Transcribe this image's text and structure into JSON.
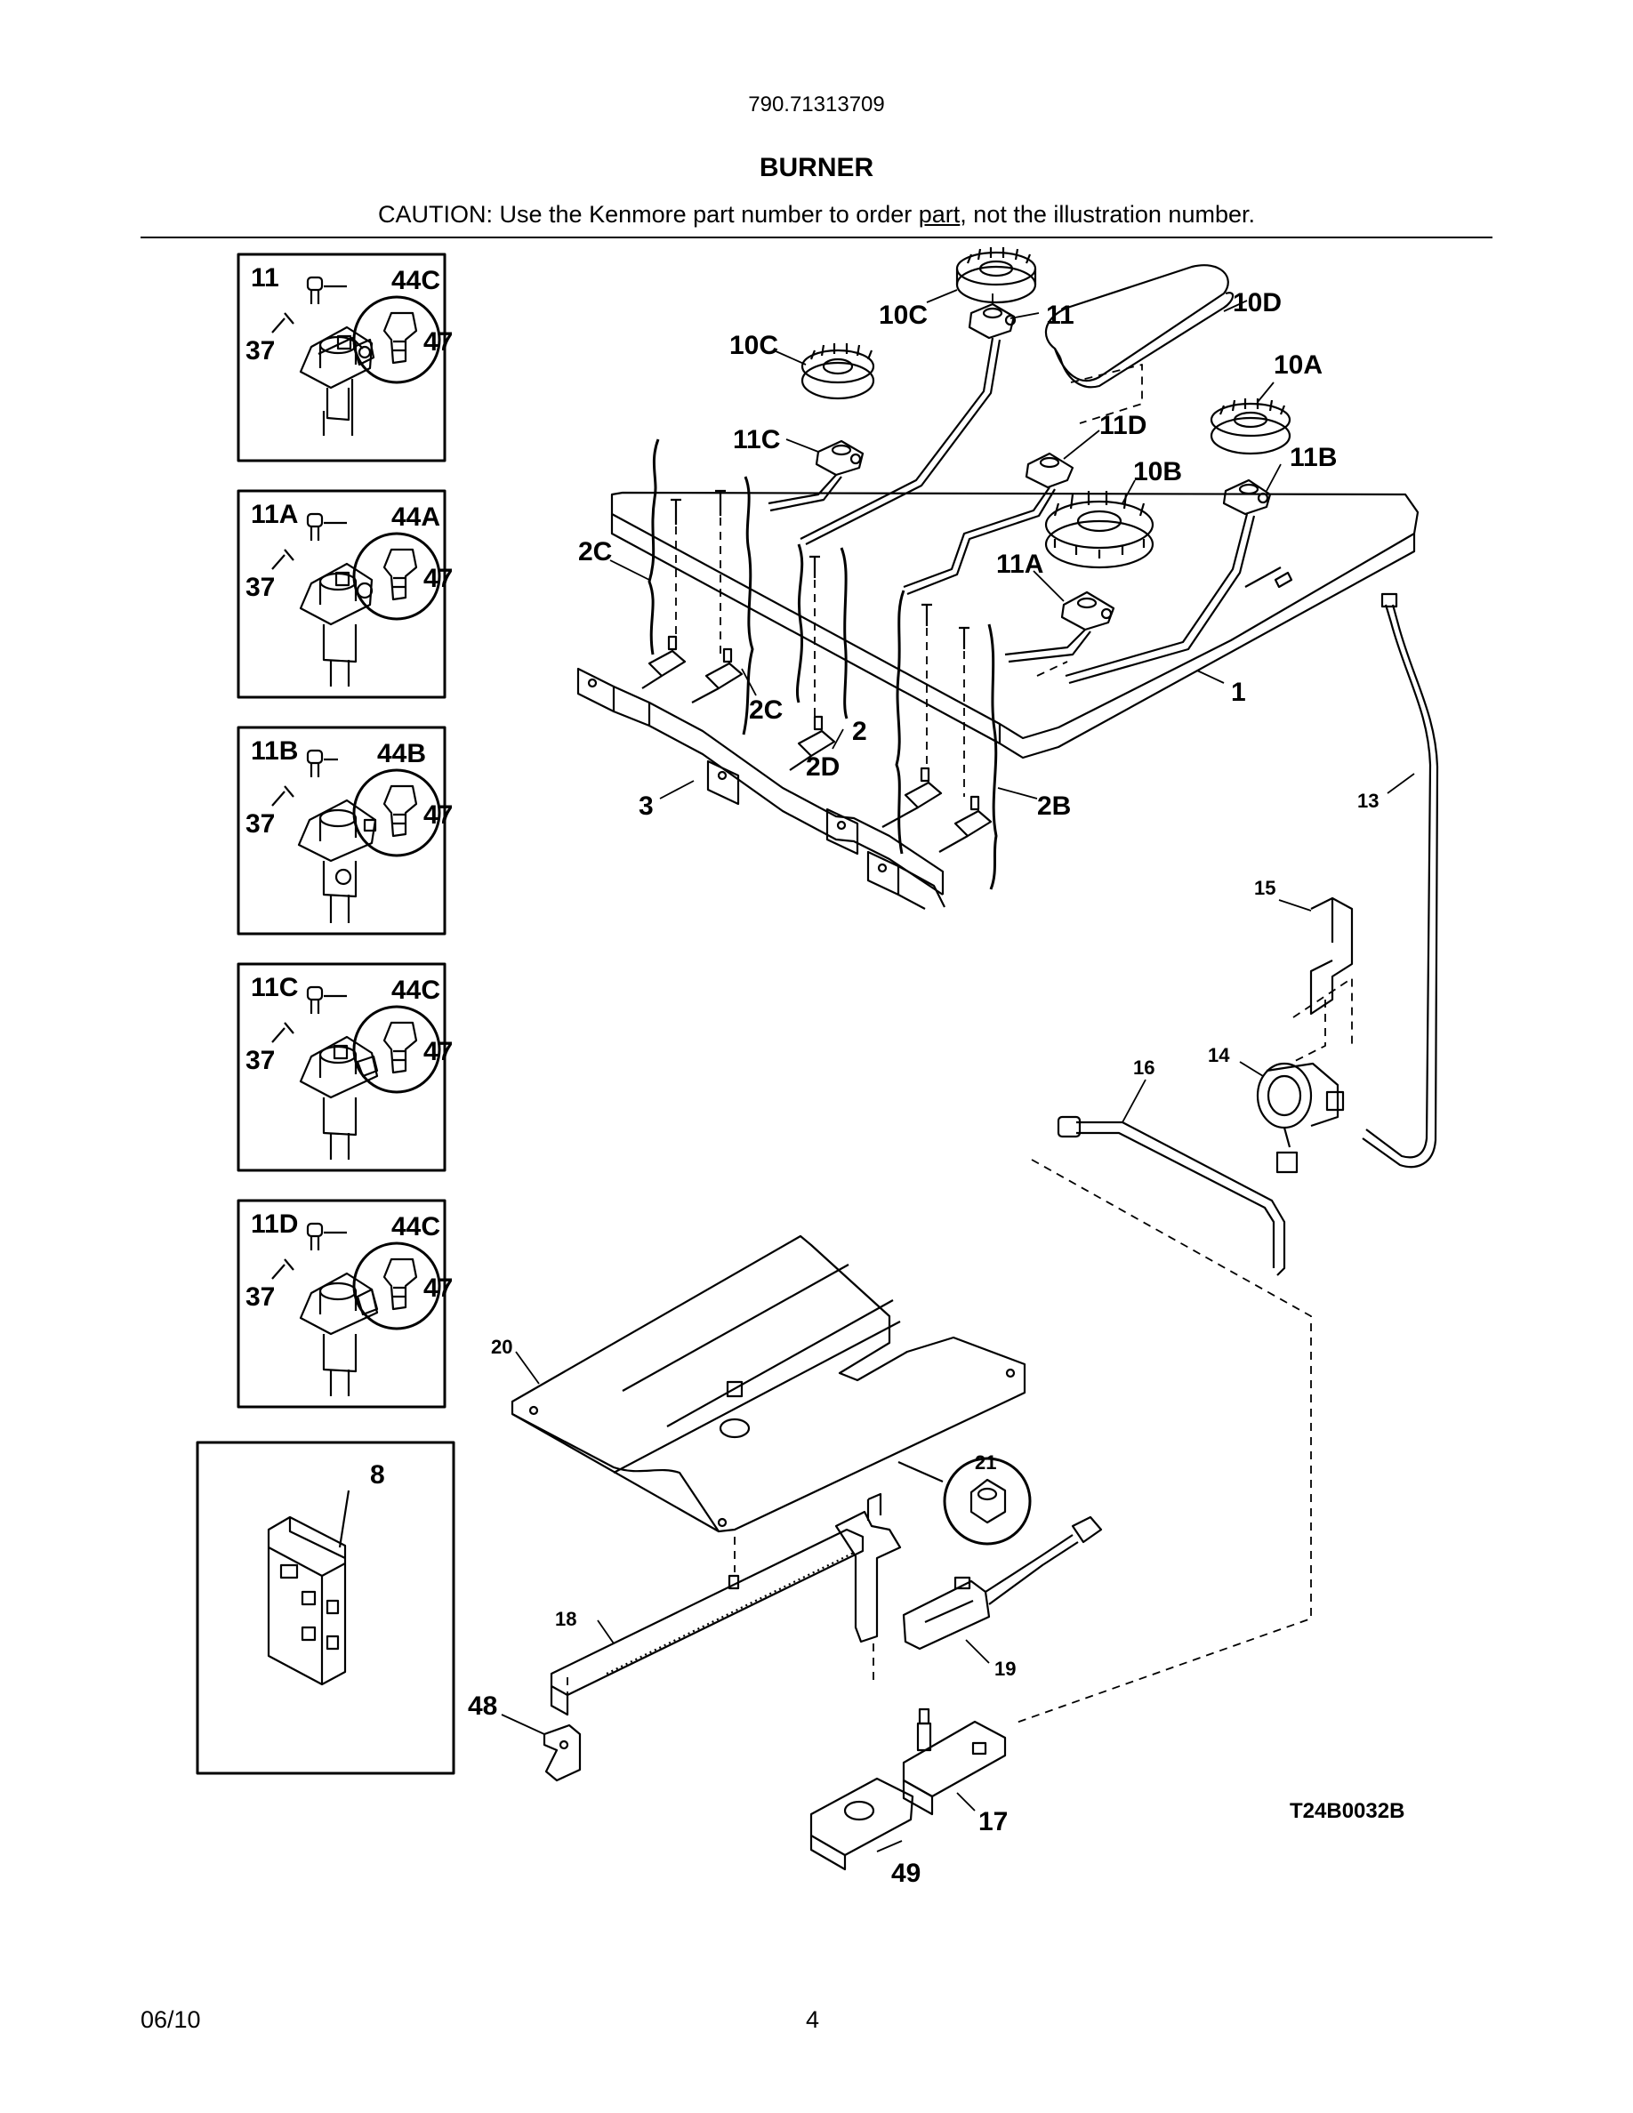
{
  "header": {
    "model_number": "790.71313709",
    "section_title": "BURNER",
    "caution_prefix": "CAUTION: Use the Kenmore part number to order ",
    "caution_underlined": "part",
    "caution_suffix": ", not the illustration number."
  },
  "footer": {
    "date": "06/10",
    "page_number": "4"
  },
  "diagram_code": "T24B0032B",
  "detail_boxes": [
    {
      "valve": "11",
      "screw": "37",
      "cap": "44C",
      "orifice": "47"
    },
    {
      "valve": "11A",
      "screw": "37",
      "cap": "44A",
      "orifice": "47"
    },
    {
      "valve": "11B",
      "screw": "37",
      "cap": "44B",
      "orifice": "47"
    },
    {
      "valve": "11C",
      "screw": "37",
      "cap": "44C",
      "orifice": "47"
    },
    {
      "valve": "11D",
      "screw": "37",
      "cap": "44C",
      "orifice": "47"
    }
  ],
  "module_box": {
    "label": "8"
  },
  "callouts": {
    "c10C_top": "10C",
    "c11_top": "11",
    "c10D": "10D",
    "c10C_left": "10C",
    "c10A": "10A",
    "c11C": "11C",
    "c11D": "11D",
    "c10B": "10B",
    "c11B": "11B",
    "c2C_left": "2C",
    "c11A": "11A",
    "c1": "1",
    "c2C_mid": "2C",
    "c2": "2",
    "c2D": "2D",
    "c3": "3",
    "c2B": "2B",
    "c13": "13",
    "c15": "15",
    "c14": "14",
    "c16": "16",
    "c20": "20",
    "c21": "21",
    "c18": "18",
    "c19": "19",
    "c48": "48",
    "c17": "17",
    "c49": "49"
  }
}
